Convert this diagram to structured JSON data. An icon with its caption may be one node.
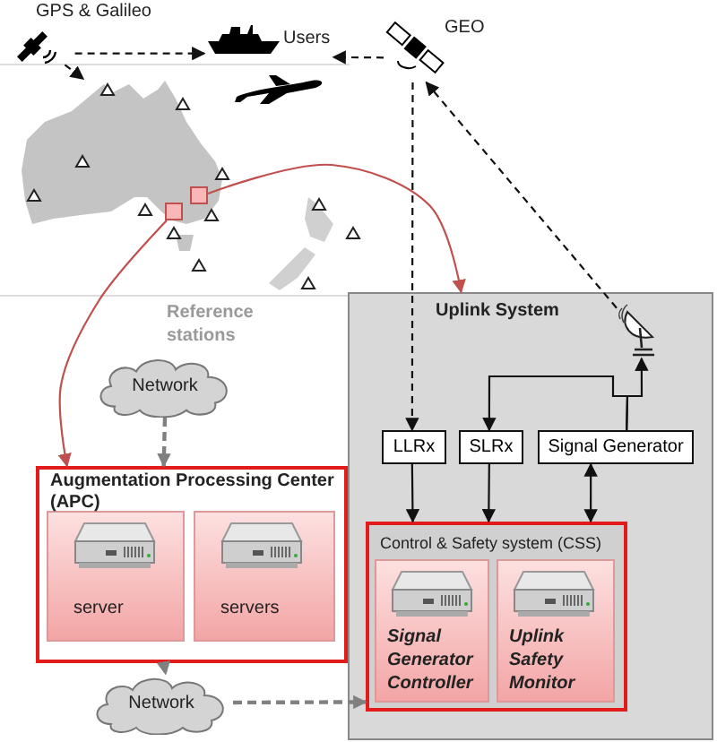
{
  "diagram": {
    "nodes": [
      {
        "text": [
          "GPS & Galileo"
        ]
      },
      {
        "text": [
          "Users"
        ]
      },
      {
        "text": [
          "GEO"
        ]
      },
      {
        "text": [],
        "shape": "picture"
      },
      {
        "text": [],
        "shape": "box",
        "in": 3
      },
      {
        "text": [],
        "shape": "box",
        "in": 3
      },
      {
        "text": [
          "Uplink System"
        ]
      },
      {
        "text": [],
        "shape": "antenna",
        "in": 6
      },
      {
        "text": [
          "LLRx"
        ],
        "in": 6
      },
      {
        "text": [
          "SLRx"
        ],
        "in": 6
      },
      {
        "text": [
          "Signal Generator"
        ],
        "in": 6
      },
      {
        "text": [
          "Control & Safety system (CSS)"
        ],
        "in": 6
      },
      {
        "text": [
          "Signal Generator Controller"
        ],
        "in": 11
      },
      {
        "text": [
          "Uplink Safety Monitor"
        ],
        "in": 11
      },
      {
        "text": [
          "Network"
        ]
      },
      {
        "text": [
          "Augmentation Processing Center (APC)"
        ]
      },
      {
        "text": [
          "server"
        ],
        "in": 15
      },
      {
        "text": [
          "servers"
        ],
        "in": 15
      },
      {
        "text": [
          "Network"
        ]
      }
    ],
    "edges": [
      {
        "from": 0,
        "to": 1,
        "arrow": "to",
        "style": "dashed"
      },
      {
        "from": 0,
        "to": 3,
        "arrow": "to",
        "style": "dashed"
      },
      {
        "from": 2,
        "to": 1,
        "arrow": "to",
        "style": "dashed"
      },
      {
        "from": 2,
        "to": 8,
        "arrow": "to",
        "style": "dashed"
      },
      {
        "from": 7,
        "to": 2,
        "arrow": "to",
        "style": "dashed"
      },
      {
        "from": 4,
        "to": 15,
        "arrow": "to",
        "color": "#c0504d"
      },
      {
        "from": 5,
        "to": 6,
        "arrow": "to",
        "color": "#c0504d"
      },
      {
        "from": 14,
        "to": 15,
        "arrow": "to",
        "style": "dashed",
        "color": "#808080"
      },
      {
        "from": 15,
        "to": 18,
        "arrow": "to",
        "style": "dashed",
        "color": "#808080"
      },
      {
        "from": 18,
        "to": 11,
        "arrow": "to",
        "style": "dashed",
        "color": "#808080"
      },
      {
        "from": 8,
        "to": 11,
        "arrow": "to"
      },
      {
        "from": 9,
        "to": 11,
        "arrow": "to"
      },
      {
        "from": 10,
        "to": 11,
        "arrow": "both"
      },
      {
        "from": 10,
        "to": 7,
        "arrow": "to"
      },
      {
        "from": 10,
        "to": 9,
        "arrow": "to"
      }
    ],
    "labels": [
      "Reference stations"
    ]
  }
}
